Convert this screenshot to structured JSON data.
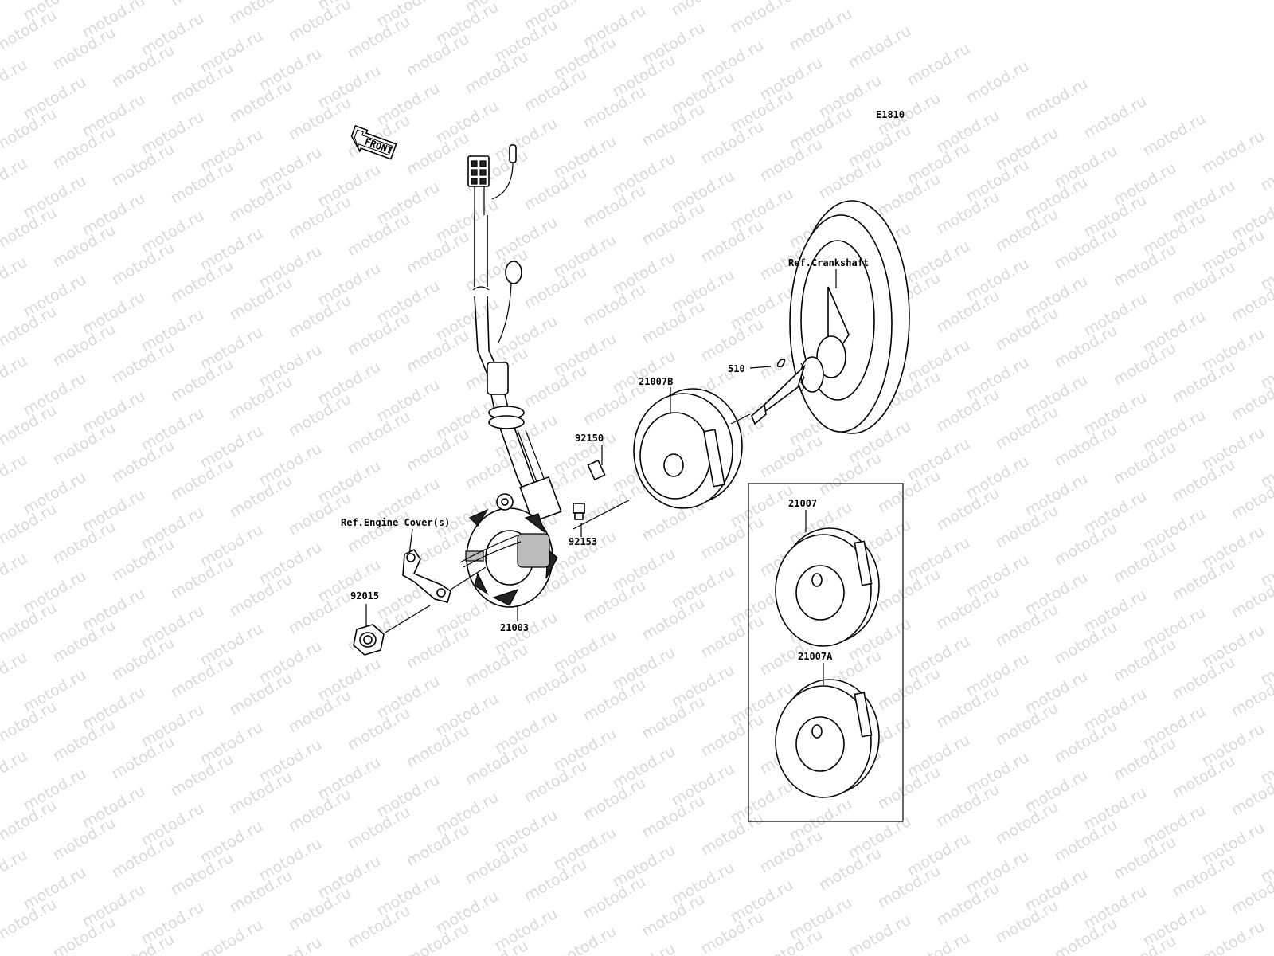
{
  "diagram": {
    "code": "E1810",
    "front_label": "FRONT",
    "watermark": "motod.ru",
    "labels": {
      "ref_crankshaft": "Ref.Crankshaft",
      "ref_engine_cover": "Ref.Engine Cover(s)",
      "p510": "510",
      "p21007B": "21007B",
      "p92150": "92150",
      "p92153": "92153",
      "p21003": "21003",
      "p92015": "92015",
      "p21007": "21007",
      "p21007A": "21007A"
    }
  }
}
